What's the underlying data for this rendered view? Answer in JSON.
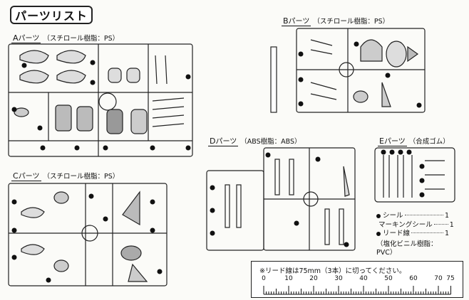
{
  "title": "パーツリスト",
  "sections": {
    "a": {
      "letter": "A",
      "suffix": "パーツ",
      "material": "（スチロール樹脂：PS）"
    },
    "b": {
      "letter": "B",
      "suffix": "パーツ",
      "material": "（スチロール樹脂：PS）"
    },
    "c": {
      "letter": "C",
      "suffix": "パーツ",
      "material": "（スチロール樹脂：PS）"
    },
    "d": {
      "letter": "D",
      "suffix": "パーツ",
      "material": "（ABS樹脂：ABS）"
    },
    "e": {
      "letter": "E",
      "suffix": "パーツ",
      "material": "（合成ゴム）"
    }
  },
  "accessories": [
    {
      "name": "シール",
      "count": "1"
    },
    {
      "name": "マーキングシール",
      "count": "1"
    },
    {
      "name": "リード線",
      "count": "1"
    }
  ],
  "lead_wire_material": "（塩化ビニル樹脂：PVC）",
  "ruler": {
    "note": "※リード線は75mm（3本）に切ってください。",
    "labels": [
      "0",
      "10",
      "20",
      "30",
      "40",
      "50",
      "60",
      "70",
      "75"
    ],
    "max_mm": 75
  }
}
